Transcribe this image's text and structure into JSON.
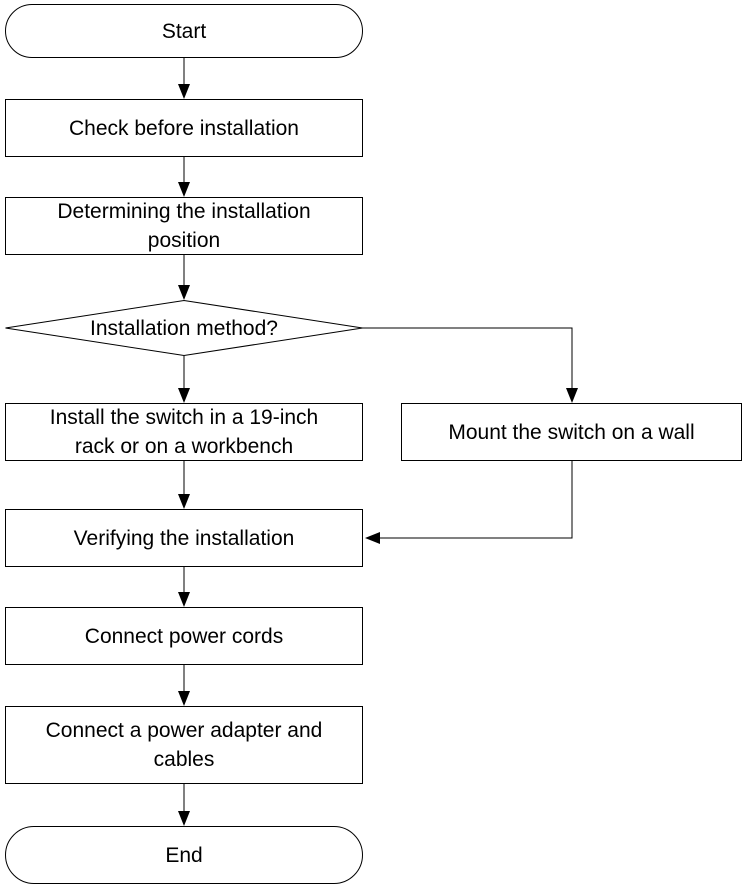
{
  "nodes": {
    "start": {
      "label": "Start"
    },
    "check": {
      "label": "Check before installation"
    },
    "determine": {
      "line1": "Determining the installation",
      "line2": "position"
    },
    "decision": {
      "label": "Installation method?"
    },
    "install_rack": {
      "line1": "Install the switch in a 19-inch",
      "line2": "rack or on a workbench"
    },
    "mount_wall": {
      "label": "Mount the switch on a wall"
    },
    "verify": {
      "label": "Verifying the installation"
    },
    "power_cords": {
      "label": "Connect power cords"
    },
    "power_adapter": {
      "line1": "Connect a power adapter and",
      "line2": "cables"
    },
    "end": {
      "label": "End"
    }
  }
}
